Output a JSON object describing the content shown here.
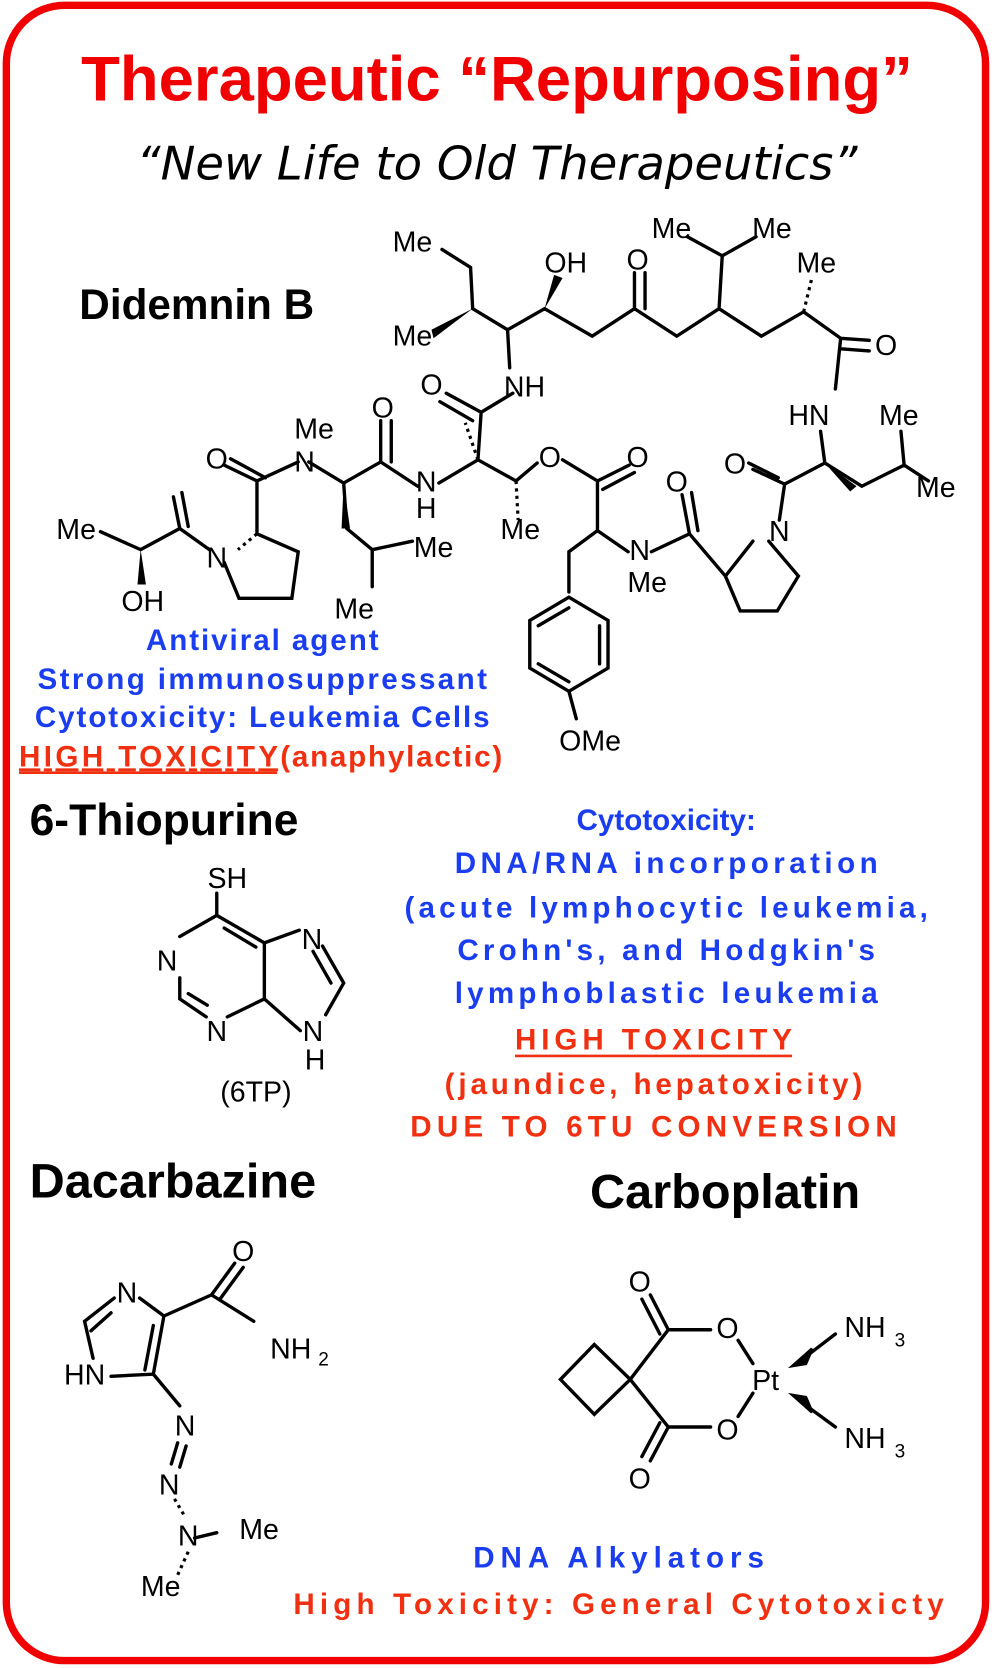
{
  "header": {
    "title": "Therapeutic “Repurposing”",
    "subtitle": "“New Life to Old Therapeutics”"
  },
  "colors": {
    "border": "#f00000",
    "title": "#f00000",
    "info": "#1a3df0",
    "warning": "#f03010"
  },
  "didemnin": {
    "name": "Didemnin B",
    "notes": [
      "Antiviral agent",
      "Strong immunosuppressant",
      "Cytotoxicity: Leukemia Cells"
    ],
    "toxicity_underlined": "HIGH TOXICITY ",
    "toxicity_detail": "(anaphylactic)",
    "atoms": [
      "Me",
      "Me",
      "OH",
      "O",
      "Me",
      "Me",
      "Me",
      "O",
      "NH",
      "O",
      "HN",
      "Me",
      "Me",
      "O",
      "N",
      "O",
      "N",
      "Me",
      "O",
      "O",
      "O",
      "N",
      "H",
      "Me",
      "Me",
      "N",
      "Me",
      "O",
      "N",
      "Me",
      "Me",
      "OH",
      "OMe"
    ]
  },
  "thiopurine": {
    "name": "6-Thiopurine",
    "abbrev": "(6TP)",
    "atoms": [
      "SH",
      "N",
      "N",
      "N",
      "N",
      "H"
    ],
    "notes": [
      "Cytotoxicity:",
      "DNA/RNA incorporation",
      "(acute lymphocytic leukemia,",
      "Crohn's, and Hodgkin's",
      "lymphoblastic leukemia"
    ],
    "toxicity_underlined": "HIGH TOXICITY",
    "toxicity_details": [
      "(jaundice, hepatoxicity)",
      "DUE TO 6TU CONVERSION"
    ]
  },
  "dacarbazine": {
    "name": "Dacarbazine",
    "atoms": [
      "N",
      "HN",
      "O",
      "NH",
      "2",
      "N",
      "N",
      "N",
      "Me",
      "Me"
    ]
  },
  "carboplatin": {
    "name": "Carboplatin",
    "atoms": [
      "O",
      "O",
      "Pt",
      "O",
      "O",
      "NH",
      "3",
      "NH",
      "3"
    ]
  },
  "footer": {
    "mechanism": "DNA Alkylators",
    "toxicity": "High Toxicity: General Cytotoxicty"
  }
}
